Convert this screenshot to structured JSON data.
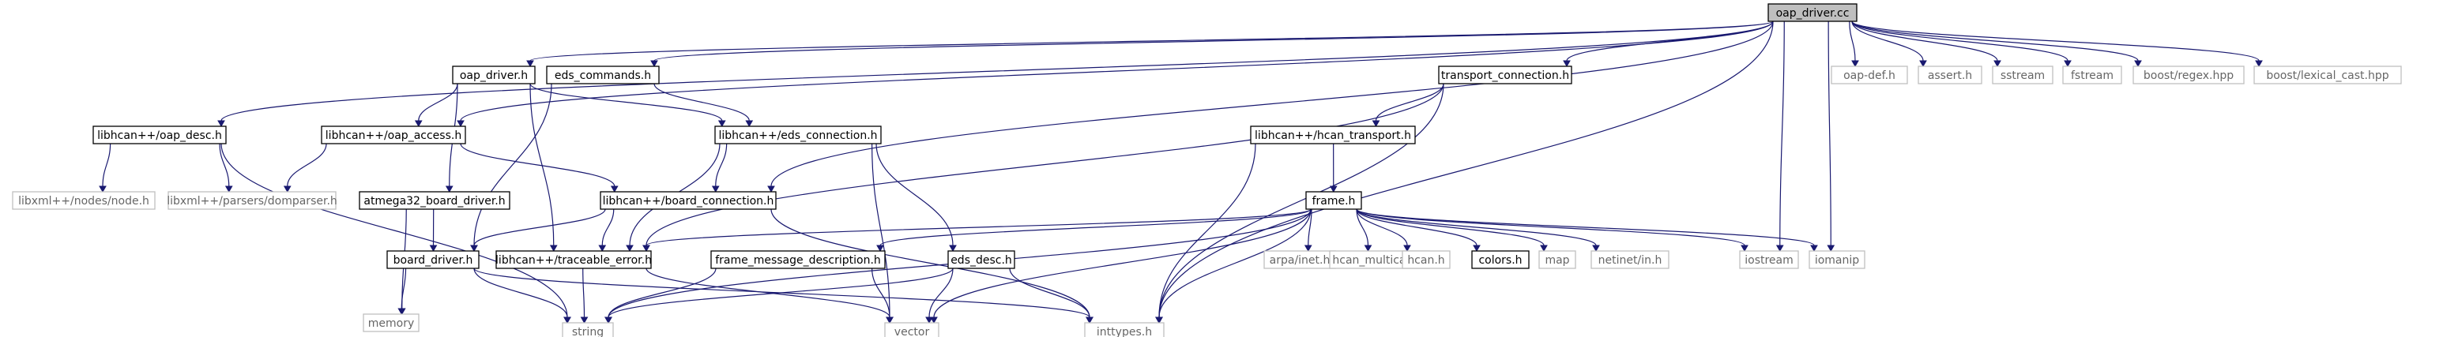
{
  "graph": {
    "root": "oap_driver.cc",
    "edge_color": "#191970",
    "nodes": [
      {
        "id": "root",
        "label": "oap_driver.cc",
        "kind": "root"
      },
      {
        "id": "oap_driver_h",
        "label": "oap_driver.h",
        "kind": "local"
      },
      {
        "id": "eds_commands_h",
        "label": "eds_commands.h",
        "kind": "local"
      },
      {
        "id": "transport_connection_h",
        "label": "transport_connection.h",
        "kind": "local"
      },
      {
        "id": "oap_def_h",
        "label": "oap-def.h",
        "kind": "external"
      },
      {
        "id": "assert_h",
        "label": "assert.h",
        "kind": "external"
      },
      {
        "id": "sstream",
        "label": "sstream",
        "kind": "external"
      },
      {
        "id": "fstream",
        "label": "fstream",
        "kind": "external"
      },
      {
        "id": "boost_regex",
        "label": "boost/regex.hpp",
        "kind": "external"
      },
      {
        "id": "boost_lexical",
        "label": "boost/lexical_cast.hpp",
        "kind": "external"
      },
      {
        "id": "oap_desc_h",
        "label": "libhcan++/oap_desc.h",
        "kind": "local"
      },
      {
        "id": "oap_access_h",
        "label": "libhcan++/oap_access.h",
        "kind": "local"
      },
      {
        "id": "eds_connection_h",
        "label": "libhcan++/eds_connection.h",
        "kind": "local"
      },
      {
        "id": "hcan_transport_h",
        "label": "libhcan++/hcan_transport.h",
        "kind": "local"
      },
      {
        "id": "libxml_node",
        "label": "libxml++/nodes/node.h",
        "kind": "external"
      },
      {
        "id": "libxml_dom",
        "label": "libxml++/parsers/domparser.h",
        "kind": "external"
      },
      {
        "id": "atmega32",
        "label": "atmega32_board_driver.h",
        "kind": "local"
      },
      {
        "id": "board_connection_h",
        "label": "libhcan++/board_connection.h",
        "kind": "local"
      },
      {
        "id": "frame_h",
        "label": "frame.h",
        "kind": "local"
      },
      {
        "id": "board_driver_h",
        "label": "board_driver.h",
        "kind": "local"
      },
      {
        "id": "traceable_error_h",
        "label": "libhcan++/traceable_error.h",
        "kind": "local"
      },
      {
        "id": "frame_msg_desc_h",
        "label": "frame_message_description.h",
        "kind": "local"
      },
      {
        "id": "eds_desc_h",
        "label": "eds_desc.h",
        "kind": "local"
      },
      {
        "id": "arpa_inet",
        "label": "arpa/inet.h",
        "kind": "external"
      },
      {
        "id": "hcan_multicast",
        "label": "hcan_multicast.h",
        "kind": "external"
      },
      {
        "id": "hcan_h",
        "label": "hcan.h",
        "kind": "external"
      },
      {
        "id": "colors_h",
        "label": "colors.h",
        "kind": "local"
      },
      {
        "id": "map",
        "label": "map",
        "kind": "external"
      },
      {
        "id": "netinet_in",
        "label": "netinet/in.h",
        "kind": "external"
      },
      {
        "id": "iostream",
        "label": "iostream",
        "kind": "external"
      },
      {
        "id": "iomanip",
        "label": "iomanip",
        "kind": "external"
      },
      {
        "id": "memory",
        "label": "memory",
        "kind": "external"
      },
      {
        "id": "string",
        "label": "string",
        "kind": "external"
      },
      {
        "id": "vector",
        "label": "vector",
        "kind": "external"
      },
      {
        "id": "inttypes",
        "label": "inttypes.h",
        "kind": "external"
      }
    ],
    "edges": [
      [
        "root",
        "oap_driver_h"
      ],
      [
        "root",
        "eds_commands_h"
      ],
      [
        "root",
        "transport_connection_h"
      ],
      [
        "root",
        "oap_def_h"
      ],
      [
        "root",
        "assert_h"
      ],
      [
        "root",
        "sstream"
      ],
      [
        "root",
        "fstream"
      ],
      [
        "root",
        "boost_regex"
      ],
      [
        "root",
        "boost_lexical"
      ],
      [
        "root",
        "oap_desc_h"
      ],
      [
        "root",
        "oap_access_h"
      ],
      [
        "root",
        "board_connection_h"
      ],
      [
        "root",
        "iostream"
      ],
      [
        "root",
        "iomanip"
      ],
      [
        "root",
        "inttypes"
      ],
      [
        "oap_driver_h",
        "oap_access_h"
      ],
      [
        "oap_driver_h",
        "eds_connection_h"
      ],
      [
        "oap_driver_h",
        "atmega32"
      ],
      [
        "oap_driver_h",
        "traceable_error_h"
      ],
      [
        "eds_commands_h",
        "eds_connection_h"
      ],
      [
        "eds_commands_h",
        "board_driver_h"
      ],
      [
        "transport_connection_h",
        "hcan_transport_h"
      ],
      [
        "transport_connection_h",
        "traceable_error_h"
      ],
      [
        "transport_connection_h",
        "inttypes"
      ],
      [
        "oap_desc_h",
        "libxml_node"
      ],
      [
        "oap_desc_h",
        "libxml_dom"
      ],
      [
        "oap_desc_h",
        "string"
      ],
      [
        "oap_access_h",
        "libxml_dom"
      ],
      [
        "oap_access_h",
        "board_connection_h"
      ],
      [
        "eds_connection_h",
        "board_connection_h"
      ],
      [
        "eds_connection_h",
        "eds_desc_h"
      ],
      [
        "eds_connection_h",
        "traceable_error_h"
      ],
      [
        "eds_connection_h",
        "vector"
      ],
      [
        "hcan_transport_h",
        "frame_h"
      ],
      [
        "hcan_transport_h",
        "inttypes"
      ],
      [
        "atmega32",
        "board_driver_h"
      ],
      [
        "atmega32",
        "memory"
      ],
      [
        "board_connection_h",
        "board_driver_h"
      ],
      [
        "board_connection_h",
        "traceable_error_h"
      ],
      [
        "board_connection_h",
        "inttypes"
      ],
      [
        "frame_h",
        "traceable_error_h"
      ],
      [
        "frame_h",
        "frame_msg_desc_h"
      ],
      [
        "frame_h",
        "arpa_inet"
      ],
      [
        "frame_h",
        "hcan_multicast"
      ],
      [
        "frame_h",
        "hcan_h"
      ],
      [
        "frame_h",
        "colors_h"
      ],
      [
        "frame_h",
        "map"
      ],
      [
        "frame_h",
        "netinet_in"
      ],
      [
        "frame_h",
        "iostream"
      ],
      [
        "frame_h",
        "iomanip"
      ],
      [
        "frame_h",
        "string"
      ],
      [
        "frame_h",
        "vector"
      ],
      [
        "frame_h",
        "inttypes"
      ],
      [
        "board_driver_h",
        "memory"
      ],
      [
        "board_driver_h",
        "string"
      ],
      [
        "board_driver_h",
        "inttypes"
      ],
      [
        "traceable_error_h",
        "string"
      ],
      [
        "traceable_error_h",
        "vector"
      ],
      [
        "frame_msg_desc_h",
        "string"
      ],
      [
        "frame_msg_desc_h",
        "vector"
      ],
      [
        "eds_desc_h",
        "string"
      ],
      [
        "eds_desc_h",
        "vector"
      ],
      [
        "eds_desc_h",
        "inttypes"
      ]
    ]
  }
}
